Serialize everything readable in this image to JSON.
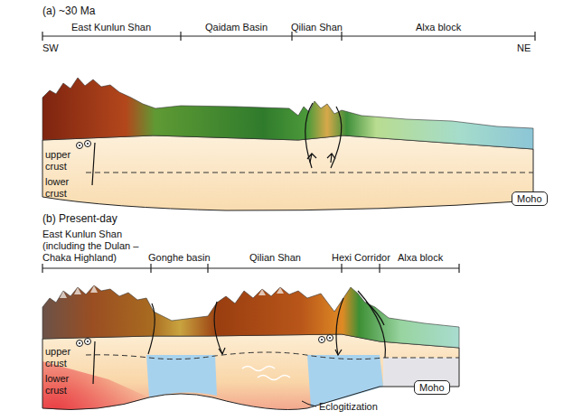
{
  "diagram": {
    "nodes": [
      {
        "text": [
          "Moho"
        ]
      },
      {
        "text": [
          "Moho"
        ]
      }
    ],
    "labels": [
      "(a) ~30 Ma",
      "East Kunlun Shan",
      "Qaidam Basin",
      "Qilian Shan",
      "Alxa block",
      "SW",
      "NE",
      "upper crust",
      "lower crust",
      "(b) Present-day",
      "East Kunlun Shan (including the Dulan –Chaka Highland)",
      "Gonghe basin",
      "Qilian Shan",
      "Hexi Corridor",
      "Alxa block",
      "upper crust",
      "lower crust",
      "Eclogitization"
    ]
  }
}
